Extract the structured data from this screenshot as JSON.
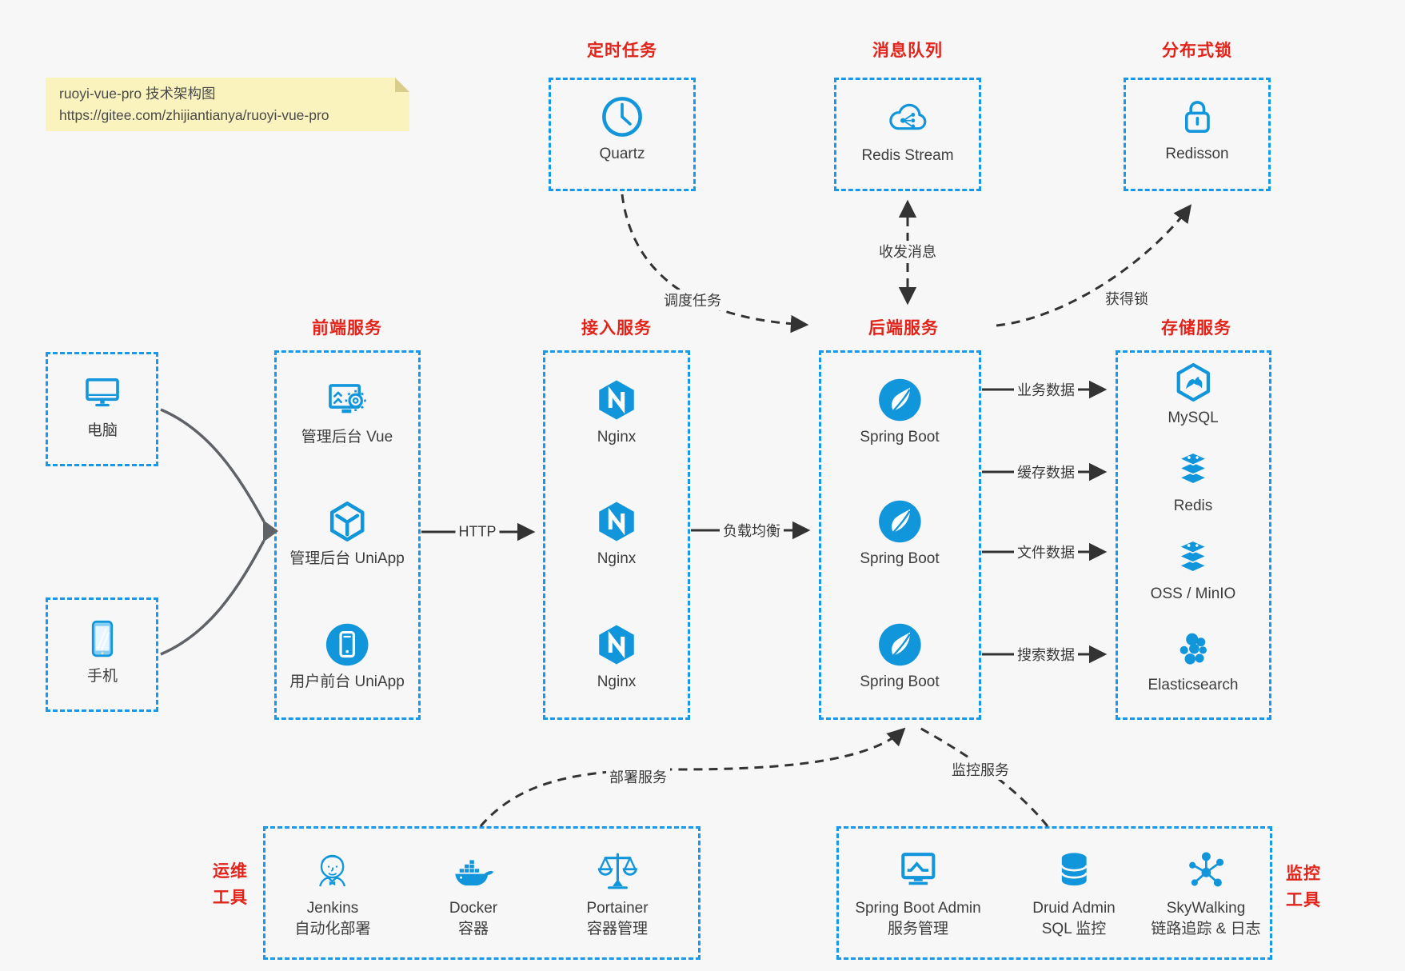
{
  "note": {
    "line1": "ruoyi-vue-pro 技术架构图",
    "line2": "https://gitee.com/zhijiantianya/ruoyi-vue-pro"
  },
  "colors": {
    "icon_blue": "#1296DB",
    "border_blue": "#1698ED",
    "title_red": "#E2231A",
    "line_dark": "#333333",
    "gray_arrow": "#5F6368",
    "note_bg": "#FAF3BE",
    "canvas_bg": "#F7F7F7"
  },
  "groups": {
    "scheduled": {
      "title": "定时任务",
      "items": [
        {
          "label": "Quartz",
          "icon": "clock-icon"
        }
      ]
    },
    "mq": {
      "title": "消息队列",
      "items": [
        {
          "label": "Redis Stream",
          "icon": "cloud-share-icon"
        }
      ]
    },
    "lock": {
      "title": "分布式锁",
      "items": [
        {
          "label": "Redisson",
          "icon": "lock-icon"
        }
      ]
    },
    "clients": {
      "items": [
        {
          "label": "电脑",
          "icon": "desktop-icon"
        },
        {
          "label": "手机",
          "icon": "phone-icon"
        }
      ]
    },
    "frontend": {
      "title": "前端服务",
      "items": [
        {
          "label": "管理后台 Vue",
          "icon": "admin-screen-gear-icon"
        },
        {
          "label": "管理后台 UniApp",
          "icon": "cube-icon"
        },
        {
          "label": "用户前台 UniApp",
          "icon": "mobile-app-icon"
        }
      ]
    },
    "gateway": {
      "title": "接入服务",
      "items": [
        {
          "label": "Nginx",
          "icon": "nginx-icon"
        },
        {
          "label": "Nginx",
          "icon": "nginx-icon"
        },
        {
          "label": "Nginx",
          "icon": "nginx-icon"
        }
      ]
    },
    "backend": {
      "title": "后端服务",
      "items": [
        {
          "label": "Spring Boot",
          "icon": "spring-icon"
        },
        {
          "label": "Spring Boot",
          "icon": "spring-icon"
        },
        {
          "label": "Spring Boot",
          "icon": "spring-icon"
        }
      ]
    },
    "storage": {
      "title": "存储服务",
      "items": [
        {
          "label": "MySQL",
          "icon": "mysql-icon"
        },
        {
          "label": "Redis",
          "icon": "redis-stack-icon"
        },
        {
          "label": "OSS / MinIO",
          "icon": "redis-stack-icon"
        },
        {
          "label": "Elasticsearch",
          "icon": "elasticsearch-icon"
        }
      ]
    },
    "ops": {
      "side_label": "运维\n工具",
      "items": [
        {
          "name": "Jenkins",
          "desc": "自动化部署",
          "icon": "jenkins-icon"
        },
        {
          "name": "Docker",
          "desc": "容器",
          "icon": "docker-icon"
        },
        {
          "name": "Portainer",
          "desc": "容器管理",
          "icon": "scales-icon"
        }
      ]
    },
    "monitoring": {
      "side_label": "监控\n工具",
      "items": [
        {
          "name": "Spring Boot Admin",
          "desc": "服务管理",
          "icon": "monitor-chart-icon"
        },
        {
          "name": "Druid Admin",
          "desc": "SQL 监控",
          "icon": "database-icon"
        },
        {
          "name": "SkyWalking",
          "desc": "链路追踪 & 日志",
          "icon": "hub-icon"
        }
      ]
    }
  },
  "edges": {
    "http": "HTTP",
    "load_balance": "负载均衡",
    "schedule": "调度任务",
    "messaging": "收发消息",
    "get_lock": "获得锁",
    "biz_data": "业务数据",
    "cache_data": "缓存数据",
    "file_data": "文件数据",
    "search_data": "搜索数据",
    "deploy": "部署服务",
    "monitor": "监控服务"
  }
}
